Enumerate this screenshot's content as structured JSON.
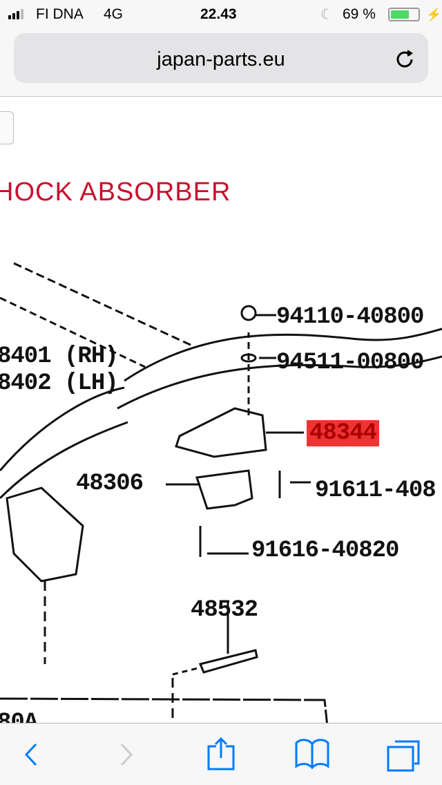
{
  "status_bar": {
    "carrier": "FI DNA",
    "network": "4G",
    "time": "22.43",
    "battery": "69 %",
    "battery_level": 0.69,
    "icons": [
      "signal-icon",
      "moon-icon",
      "battery-icon",
      "charging-icon"
    ]
  },
  "browser": {
    "url": "japan-parts.eu",
    "reload_icon": "reload-icon"
  },
  "page": {
    "title": "HOCK ABSORBER",
    "labels": {
      "p1": "94110-40800",
      "p2": "94511-00800",
      "p3": "8401 (RH)",
      "p4": "8402 (LH)",
      "p5": "48344",
      "p6": "48306",
      "p7": "91611-408",
      "p8": "91616-40820",
      "p9": "48532",
      "p10": "80A"
    }
  },
  "toolbar": {
    "icons": [
      "back-icon",
      "forward-icon",
      "share-icon",
      "bookmarks-icon",
      "tabs-icon"
    ]
  },
  "colors": {
    "accent": "#007aff",
    "title": "#c8102e",
    "highlight": "#e33333",
    "battery": "#4cd964"
  }
}
